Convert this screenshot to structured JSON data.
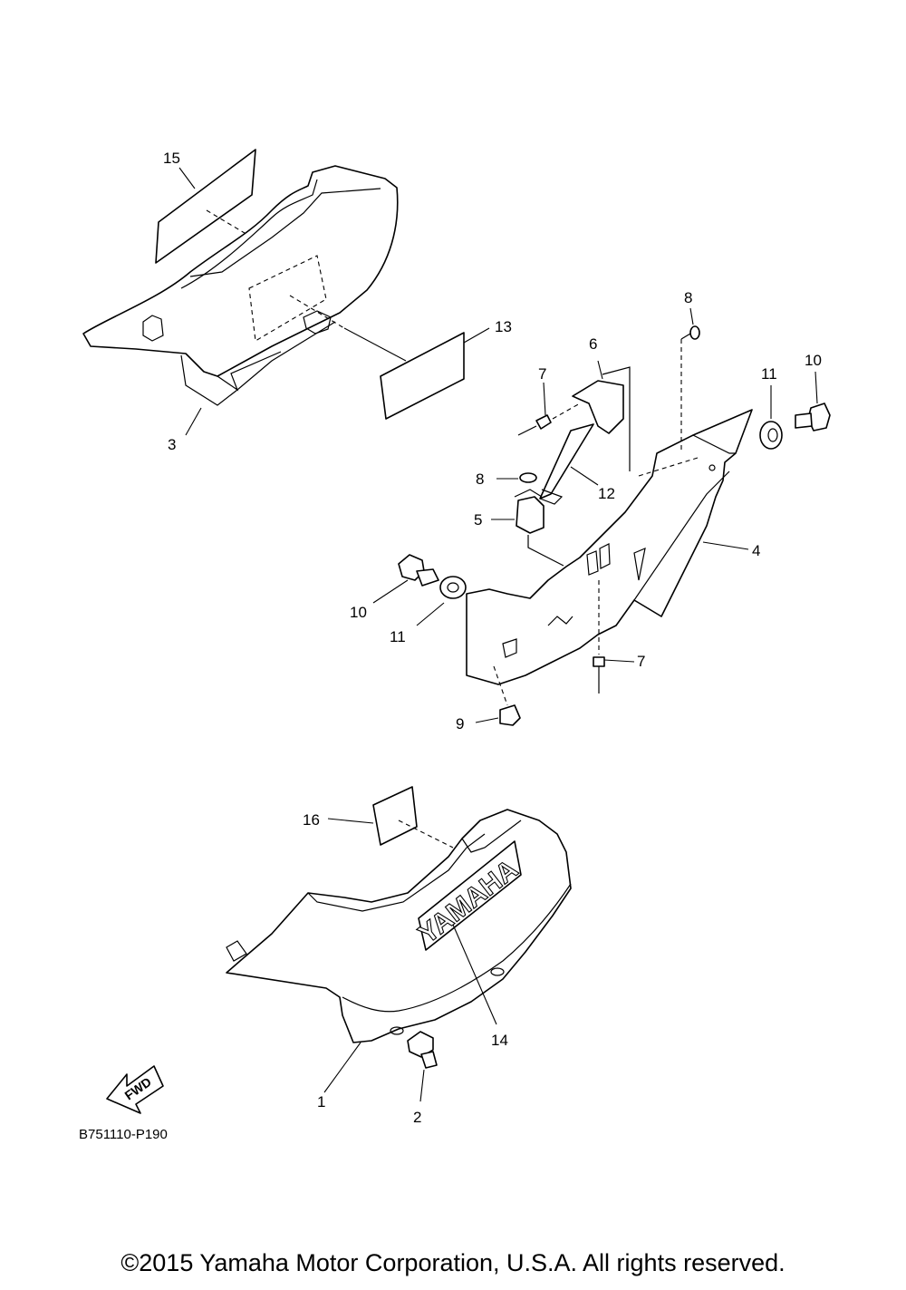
{
  "callouts": {
    "c1": "1",
    "c2": "2",
    "c3": "3",
    "c4": "4",
    "c5": "5",
    "c6": "6",
    "c7a": "7",
    "c7b": "7",
    "c8a": "8",
    "c8b": "8",
    "c9": "9",
    "c10a": "10",
    "c10b": "10",
    "c11a": "11",
    "c11b": "11",
    "c12": "12",
    "c13": "13",
    "c14": "14",
    "c15": "15",
    "c16": "16"
  },
  "emblem": "YAMAHA",
  "fwd_label": "FWD",
  "diagram_code": "B751110-P190",
  "copyright": "©2015 Yamaha Motor Corporation, U.S.A. All rights reserved."
}
